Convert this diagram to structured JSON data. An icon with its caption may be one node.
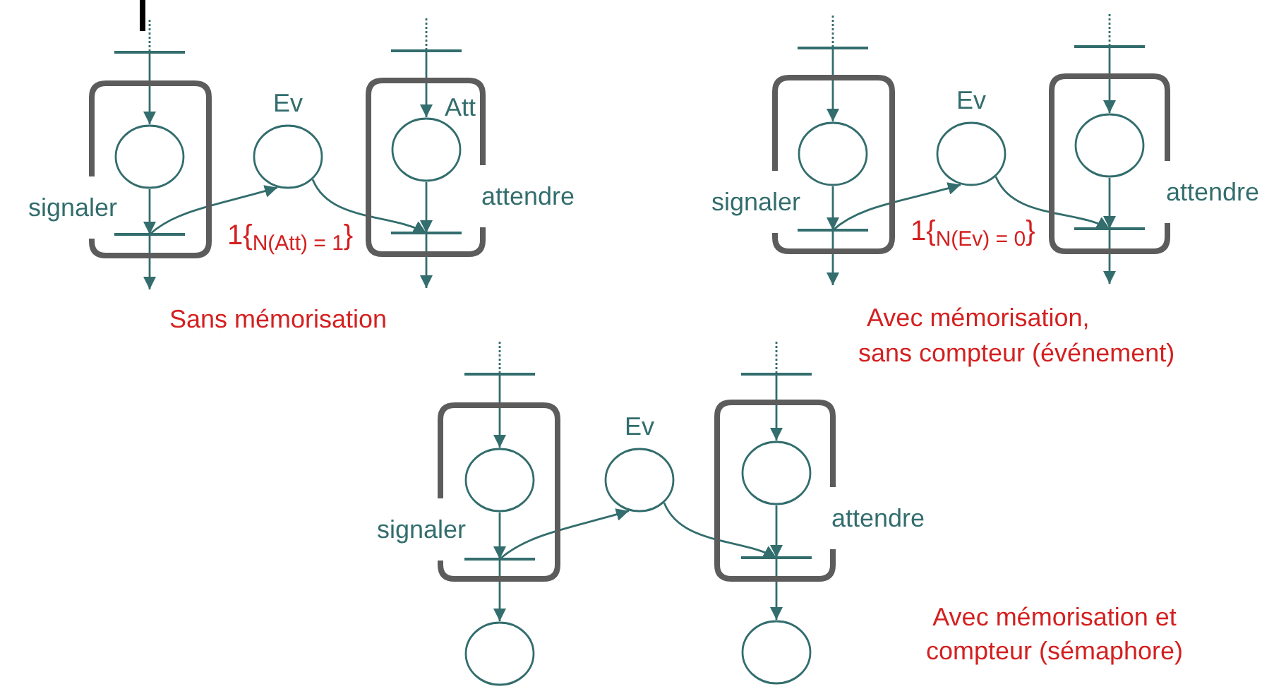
{
  "diagram": {
    "nodes": [
      {
        "text": [
          "signaler"
        ]
      },
      {
        "text": [],
        "shape": "bar"
      },
      {
        "text": [],
        "shape": "circle",
        "in": 0
      },
      {
        "text": [],
        "shape": "bar",
        "in": 0
      },
      {
        "text": [
          "Ev"
        ]
      },
      {
        "text": [
          "attendre"
        ]
      },
      {
        "text": [],
        "shape": "bar"
      },
      {
        "text": [
          "Att"
        ],
        "in": 5
      },
      {
        "text": [],
        "shape": "bar",
        "in": 5
      },
      {
        "text": [
          "signaler"
        ]
      },
      {
        "text": [],
        "shape": "bar"
      },
      {
        "text": [],
        "shape": "circle",
        "in": 9
      },
      {
        "text": [],
        "shape": "bar",
        "in": 9
      },
      {
        "text": [
          "Ev"
        ]
      },
      {
        "text": [
          "attendre"
        ]
      },
      {
        "text": [],
        "shape": "bar"
      },
      {
        "text": [],
        "shape": "circle",
        "in": 14
      },
      {
        "text": [],
        "shape": "bar",
        "in": 14
      },
      {
        "text": [
          "signaler"
        ]
      },
      {
        "text": [],
        "shape": "bar"
      },
      {
        "text": [],
        "shape": "circle",
        "in": 18
      },
      {
        "text": [],
        "shape": "bar",
        "in": 18
      },
      {
        "text": [
          "Ev"
        ]
      },
      {
        "text": [
          "attendre"
        ]
      },
      {
        "text": [],
        "shape": "bar"
      },
      {
        "text": [],
        "shape": "circle",
        "in": 23
      },
      {
        "text": [],
        "shape": "bar",
        "in": 23
      },
      {
        "text": [],
        "shape": "circle"
      },
      {
        "text": [],
        "shape": "circle"
      }
    ],
    "edges": [
      {
        "from": null,
        "to": 1,
        "arrow": "none",
        "style": "dashed"
      },
      {
        "from": 1,
        "to": 2,
        "arrow": "to"
      },
      {
        "from": 2,
        "to": 3,
        "arrow": "to"
      },
      {
        "from": 3,
        "to": null,
        "arrow": "to"
      },
      {
        "from": null,
        "to": 6,
        "arrow": "none",
        "style": "dashed"
      },
      {
        "from": 6,
        "to": 7,
        "arrow": "to"
      },
      {
        "from": 7,
        "to": 8,
        "arrow": "to"
      },
      {
        "from": 8,
        "to": null,
        "arrow": "to"
      },
      {
        "from": 3,
        "to": 4,
        "arrow": "to",
        "label": "1{$_{N(Att) = 1}$}"
      },
      {
        "from": 4,
        "to": 8,
        "arrow": "to"
      },
      {
        "from": null,
        "to": 10,
        "arrow": "none",
        "style": "dashed"
      },
      {
        "from": 10,
        "to": 11,
        "arrow": "to"
      },
      {
        "from": 11,
        "to": 12,
        "arrow": "to"
      },
      {
        "from": 12,
        "to": null,
        "arrow": "to"
      },
      {
        "from": null,
        "to": 15,
        "arrow": "none",
        "style": "dashed"
      },
      {
        "from": 15,
        "to": 16,
        "arrow": "to"
      },
      {
        "from": 16,
        "to": 17,
        "arrow": "to"
      },
      {
        "from": 17,
        "to": null,
        "arrow": "to"
      },
      {
        "from": 12,
        "to": 13,
        "arrow": "to",
        "label": "1{$_{N(Ev) = 0}$}"
      },
      {
        "from": 13,
        "to": 17,
        "arrow": "to"
      },
      {
        "from": null,
        "to": 19,
        "arrow": "none",
        "style": "dashed"
      },
      {
        "from": 19,
        "to": 20,
        "arrow": "to"
      },
      {
        "from": 20,
        "to": 21,
        "arrow": "to"
      },
      {
        "from": 21,
        "to": 27,
        "arrow": "to"
      },
      {
        "from": null,
        "to": 24,
        "arrow": "none",
        "style": "dashed"
      },
      {
        "from": 24,
        "to": 25,
        "arrow": "to"
      },
      {
        "from": 25,
        "to": 26,
        "arrow": "to"
      },
      {
        "from": 26,
        "to": 28,
        "arrow": "to"
      },
      {
        "from": 21,
        "to": 22,
        "arrow": "to"
      },
      {
        "from": 22,
        "to": 26,
        "arrow": "to"
      }
    ],
    "labels": [
      "Sans mémorisation",
      "Avec mémorisation,",
      "sans compteur (événement)",
      "Avec mémorisation et compteur (sémaphore)"
    ]
  }
}
